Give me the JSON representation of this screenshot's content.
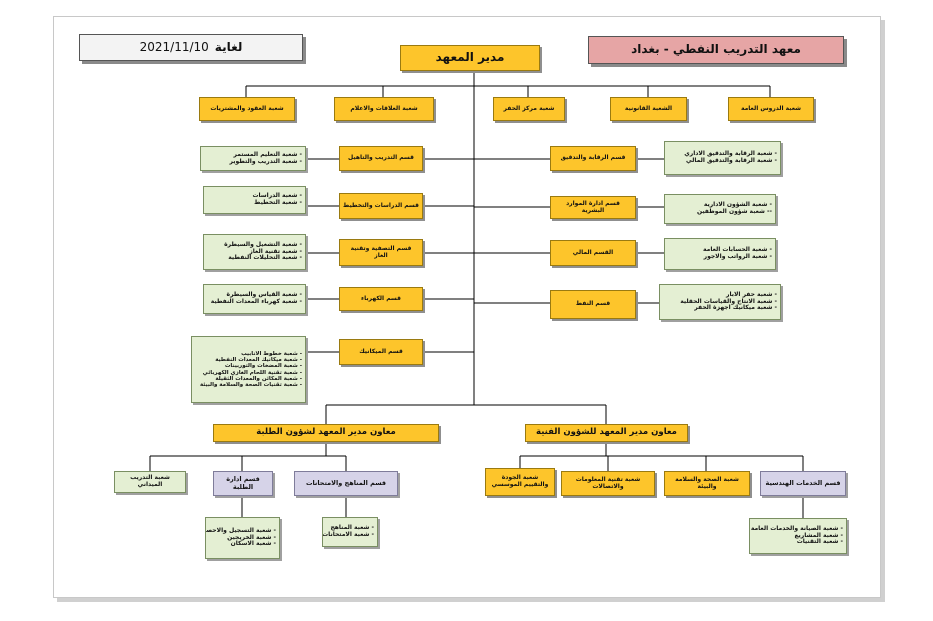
{
  "header": {
    "institute": "معهد التدريب النفطي - بغداد",
    "date_prefix": "لغاية",
    "date_value": "2021/11/10",
    "director": "مدير المعهد"
  },
  "top_branches": [
    "شعبة الدروس العامة",
    "الشعبة القانونية",
    "شعبة مركز الحفر",
    "شعبة العلاقات والاعلام",
    "شعبة العقود والمشتريات"
  ],
  "left_departments": [
    {
      "name": "قسم التدريب والتاهيل",
      "branches": [
        "- شعبة التعليم المستمر",
        "- شعبة التدريب والتطوير"
      ]
    },
    {
      "name": "قسم الدراسات والتخطيط",
      "branches": [
        "- شعبة الدراسات",
        "- شعبة التخطيط"
      ]
    },
    {
      "name": "قسم التصفية وتقنية الغاز",
      "branches": [
        "- شعبة التشغيل والسيطرة",
        "- شعبة تقنية الغاز",
        "- شعبة التحليلات النفطية"
      ]
    },
    {
      "name": "قسم الكهرباء",
      "branches": [
        "- شعبة القياس والسيطرة",
        "- شعبة كهرباء المعدات النفطية"
      ]
    },
    {
      "name": "قسم الميكانيك",
      "branches": [
        "- شعبة  خطوط الانابيب",
        "- شعبة ميكانيك المعدات النفطية",
        "- شعبة المضخات والتوربينات",
        "- شعبة تقنية اللحام الغازي الكهربائي",
        "- شعبة المكائن والمعدات الثقيلة",
        "- شعبة تقنيات الصحة والسلامة والبيئة"
      ]
    }
  ],
  "right_departments": [
    {
      "name": "قسم الرقابة والتدقيق",
      "branches": [
        "- شعبة الرقابة والتدقيق الاداري",
        "- شعبة الرقابة والتدقيق المالي"
      ]
    },
    {
      "name": "قسم ادارة الموارد البشرية",
      "branches": [
        "- شعبة الشؤون الادارية",
        "-- شعبة شؤون الموظفين"
      ]
    },
    {
      "name": "القسم المالي",
      "branches": [
        "- شعبة الحسابات العامة",
        "- شعبة الرواتب والاجور"
      ]
    },
    {
      "name": "قسم النفط",
      "branches": [
        "- شعبة حفر الابار",
        "- شعبة الانتاج والقياسات الحقلية",
        "- شعبة ميكانيك اجهزة الحفر"
      ]
    }
  ],
  "students_deputy": {
    "title": "معاون مدير المعهد لشؤون الطلبة",
    "units": [
      {
        "name": "قسم المناهج والامتحانات",
        "branches": [
          "- شعبة المناهج",
          "- شعبة الامتحانات"
        ]
      },
      {
        "name": "قسم ادارة الطلبة",
        "branches": [
          "- شعبة التسجيل والاحصاء",
          "- شعبة الخريجين",
          "- شعبة الاسكان"
        ]
      },
      {
        "name": "شعبة التدريب الميداني",
        "branches": []
      }
    ]
  },
  "technical_deputy": {
    "title": "معاون مدير المعهد للشؤون الفنية",
    "units": [
      {
        "name": "قسم الخدمات الهندسية",
        "branches": [
          "- شعبة الصيانة والخدمات العامة",
          "- شعبة المشاريع",
          "- شعبة التقنيات"
        ]
      },
      {
        "name": "شعبة الصحة والسلامة والبيئة",
        "branches": []
      },
      {
        "name": "شعبة تقنية المعلومات والاتصالات",
        "branches": []
      },
      {
        "name": "شعبة الجودة والتقييم الموسسي",
        "branches": []
      }
    ]
  },
  "colors": {
    "orange": "#fdc52b",
    "green": "#e4efd3",
    "lavender": "#d6d3e8",
    "title_red": "#e6a5a5"
  }
}
